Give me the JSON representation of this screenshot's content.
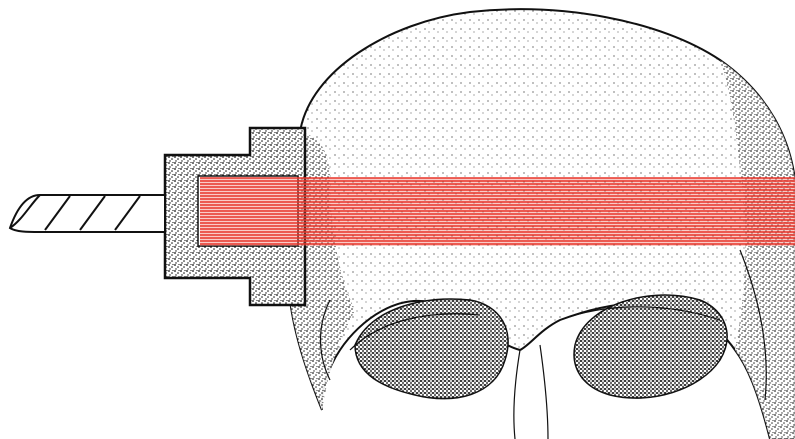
{
  "colors": {
    "background": "#ffffff",
    "ink": "#111111",
    "beam": "#e8352a",
    "beam_light": "#f26a5e"
  },
  "figure": {
    "subject": "skull-with-laser-beam",
    "parts": [
      "laser-cable",
      "laser-housing",
      "laser-beam",
      "skull"
    ]
  }
}
